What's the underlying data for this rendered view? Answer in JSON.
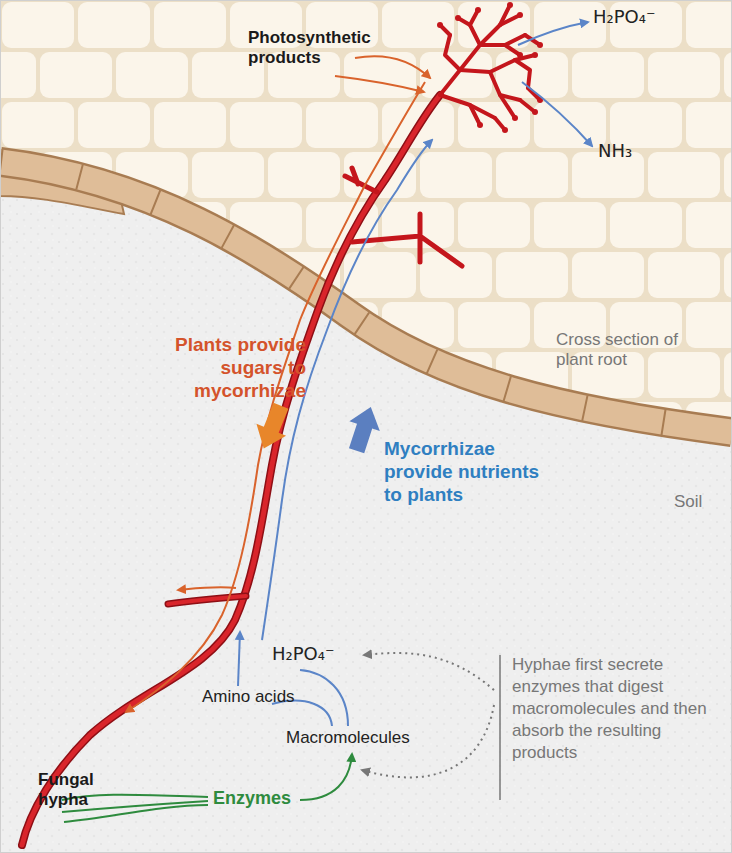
{
  "diagram": {
    "labels": [
      "Photosynthetic products",
      "H₂PO₄⁻",
      "NH₃",
      "Plants provide sugars to mycorrhizae",
      "Mycorrhizae provide nutrients to plants",
      "Cross section of plant root",
      "Soil",
      "H₂PO₄⁻",
      "Amino acids",
      "Macromolecules",
      "Hyphae first secrete enzymes that digest macromolecules and then absorb the resulting products",
      "Enzymes",
      "Fungal hypha"
    ]
  }
}
